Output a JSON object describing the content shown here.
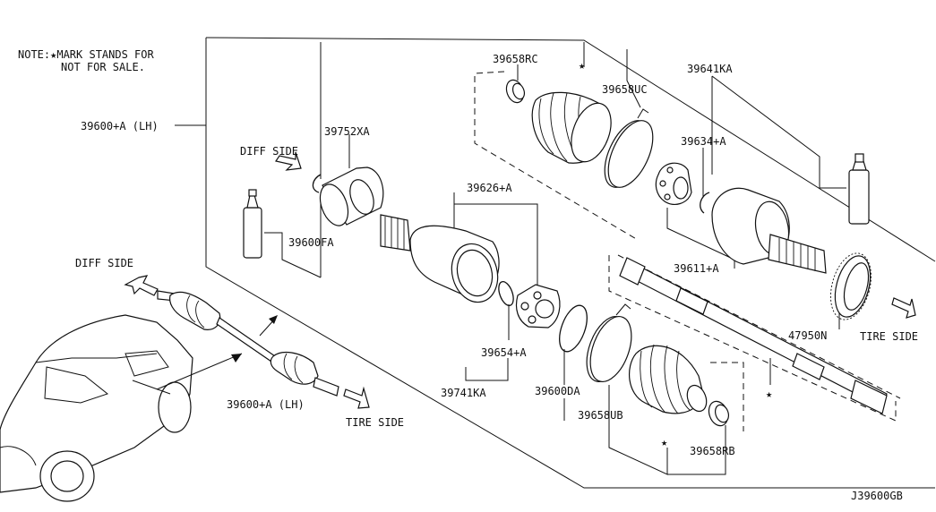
{
  "note": {
    "line1": "NOTE:★MARK STANDS FOR",
    "line2": "NOT FOR SALE."
  },
  "labels": {
    "assembly_lh_top": "39600+A (LH)",
    "assembly_lh_bottom": "39600+A (LH)",
    "p39752XA": "39752XA",
    "p39600FA": "39600FA",
    "p39658RC": "39658RC",
    "p39658UC": "39658UC",
    "p39641KA": "39641KA",
    "p39634A": "39634+A",
    "p39626A": "39626+A",
    "p39611A": "39611+A",
    "p39654A": "39654+A",
    "p39741KA": "39741KA",
    "p39600DA": "39600DA",
    "p39658UB": "39658UB",
    "p39658RB": "39658RB",
    "p47950N": "47950N",
    "star": "★"
  },
  "directions": {
    "diff_side": "DIFF SIDE",
    "tire_side": "TIRE SIDE"
  },
  "diagram_code": "J39600GB"
}
